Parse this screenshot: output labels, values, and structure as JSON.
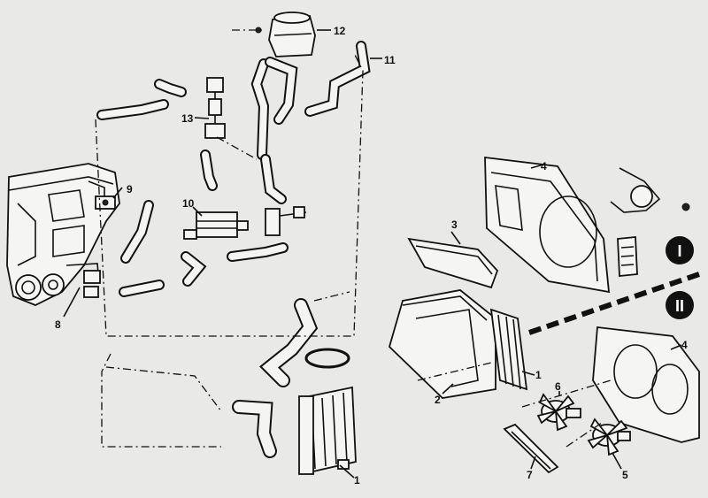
{
  "callouts": {
    "c1_radiator": "1",
    "c1_right_radiator": "1",
    "c2": "2",
    "c3": "3",
    "c4_top": "4",
    "c4_bottom": "4",
    "c5": "5",
    "c6": "6",
    "c7": "7",
    "c8": "8",
    "c9": "9",
    "c10": "10",
    "c11": "11",
    "c12": "12",
    "c13": "13"
  },
  "variants": {
    "v1": "I",
    "v2": "II"
  }
}
